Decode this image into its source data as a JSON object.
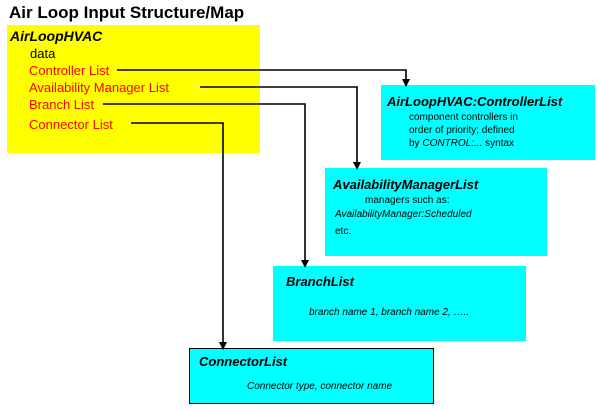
{
  "title": "Air Loop Input Structure/Map",
  "airloop": {
    "heading": "AirLoopHVAC",
    "data_label": "data",
    "items": [
      "Controller List",
      "Availability Manager List",
      "Branch List",
      "Connector List"
    ]
  },
  "controller_list": {
    "heading": "AirLoopHVAC:ControllerList",
    "line1": "component controllers in",
    "line2": "order of priority; defined",
    "line3_prefix": "by ",
    "line3_italic": "CONTROL:...",
    "line3_suffix": " syntax"
  },
  "availability_list": {
    "heading": "AvailabilityManagerList",
    "line1": "managers such as:",
    "line2": "AvailabilityManager:Scheduled",
    "line3": "etc."
  },
  "branch_list": {
    "heading": "BranchList",
    "line1": "branch name 1, branch name 2, ….."
  },
  "connector_list": {
    "heading": "ConnectorList",
    "line1": "Connector type, connector name"
  },
  "colors": {
    "yellow_box": "#ffff00",
    "cyan_box": "#00ffff",
    "item_text": "#ff0000"
  }
}
